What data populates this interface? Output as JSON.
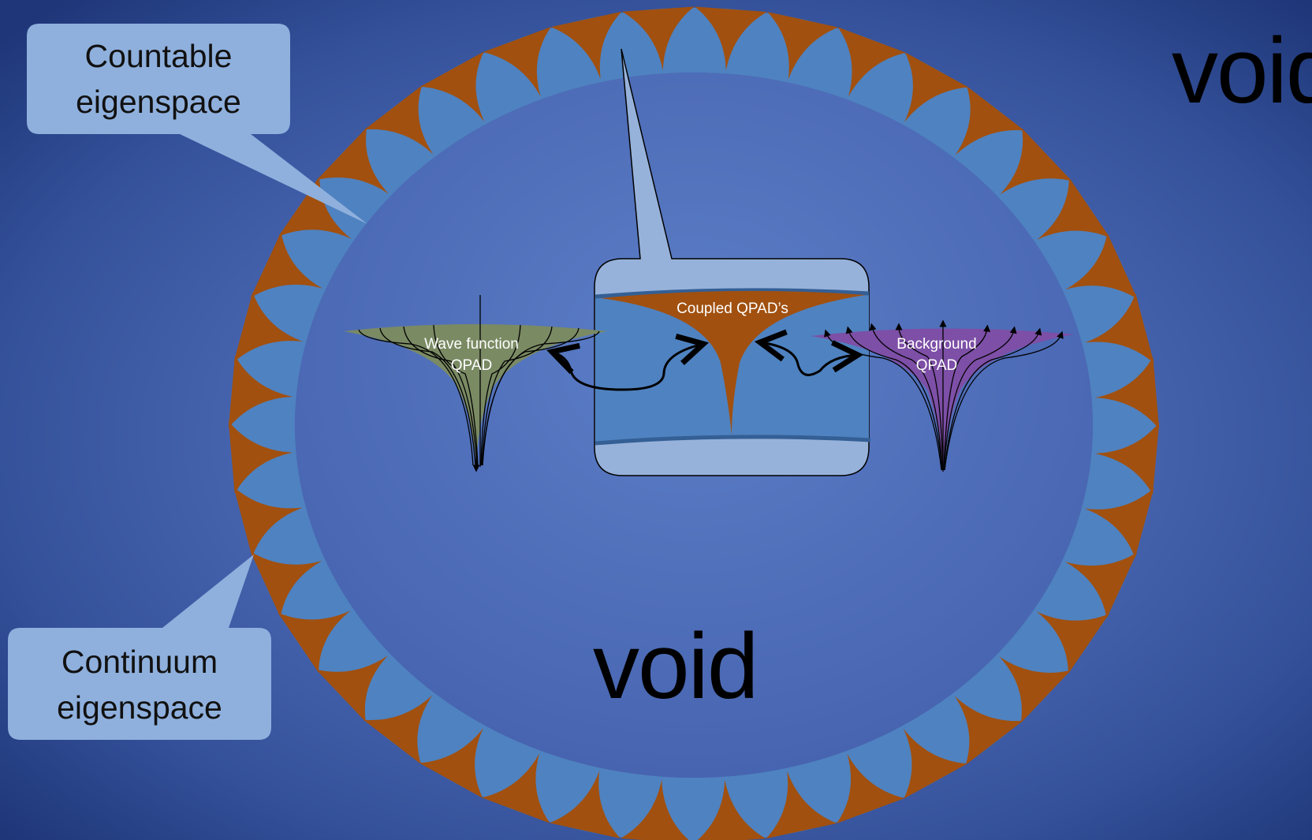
{
  "labels": {
    "void_outer": "void",
    "void_inner": "void",
    "countable": "Countable eigenspace",
    "continuum": "Continuum eigenspace",
    "coupled": "Coupled QPAD’s",
    "wave_line1": "Wave function",
    "wave_line2": "QPAD",
    "background_line1": "Background",
    "background_line2": "QPAD"
  },
  "colors": {
    "background": "#4b68b3",
    "ring": "#4f82c0",
    "qpad_orange": "#a1500f",
    "qpad_green": "#7a8a63",
    "qpad_purple": "#7d4fa6",
    "callout_fill": "#8fb0dd"
  },
  "diagram": {
    "ring_qpad_count": 40
  }
}
